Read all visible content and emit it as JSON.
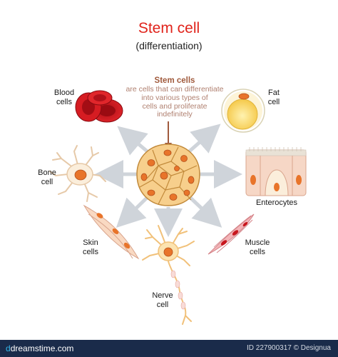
{
  "title": "Stem cell",
  "subtitle": "(differentiation)",
  "definition": {
    "title": "Stem cells",
    "lines": [
      "are cells that can differentiate",
      "into various types of",
      "cells and proliferate",
      "indefinitely"
    ]
  },
  "cells": {
    "blood": [
      "Blood",
      "cells"
    ],
    "fat": [
      "Fat",
      "cell"
    ],
    "bone": [
      "Bone",
      "cell"
    ],
    "enterocytes": [
      "Enterocytes"
    ],
    "skin": [
      "Skin",
      "cells"
    ],
    "muscle": [
      "Muscle",
      "cells"
    ],
    "nerve": [
      "Nerve",
      "cell"
    ]
  },
  "footer": {
    "logo_prefix": "dreamstime",
    "logo_suffix": ".com",
    "id_text": "ID 227900317 © Designua"
  },
  "colors": {
    "title": "#e0231b",
    "definition": "#a05a3c",
    "stem_cell": "#f7cf8c",
    "nucleus": "#e8742a",
    "blood": "#c8161d",
    "fat": "#fbe48a",
    "footer": "#1a2b4a"
  }
}
